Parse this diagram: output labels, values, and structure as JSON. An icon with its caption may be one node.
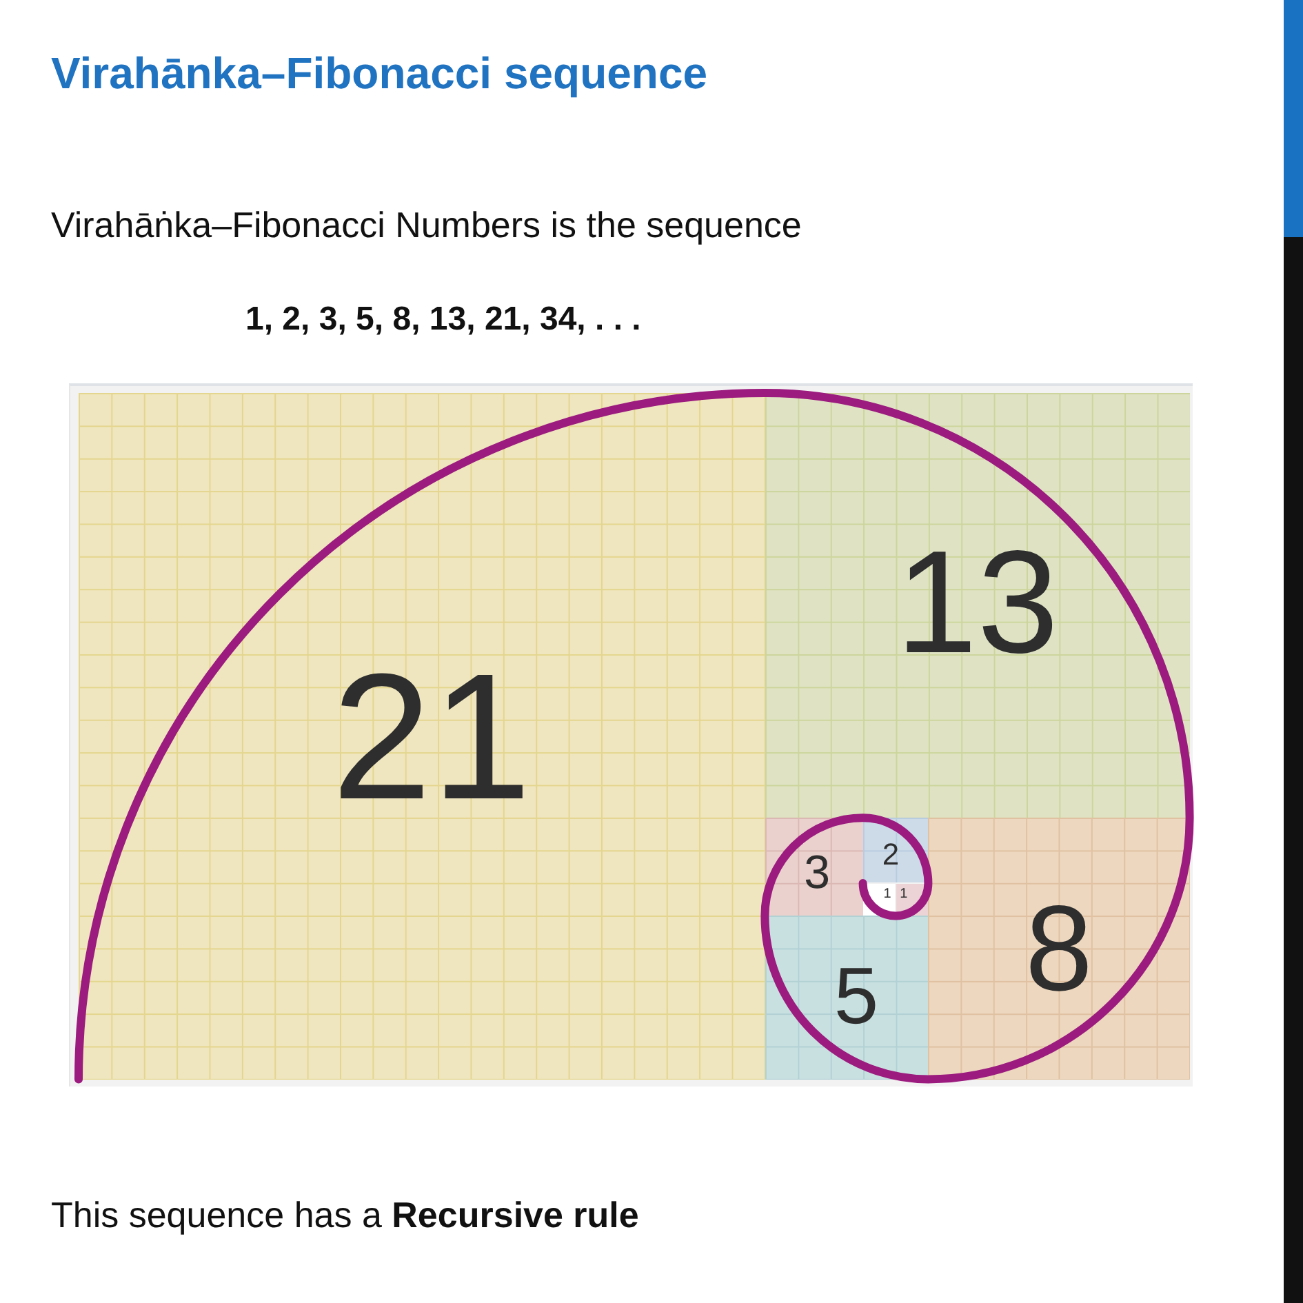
{
  "diagram": {
    "title": "Virahānka–Fibonacci sequence",
    "nodes": [
      {
        "text": [
          "21"
        ]
      },
      {
        "text": [
          "13"
        ]
      },
      {
        "text": [
          "3"
        ]
      },
      {
        "text": [
          "2"
        ]
      },
      {
        "text": [
          "8"
        ]
      },
      {
        "text": [
          "1"
        ]
      },
      {
        "text": [
          "1"
        ]
      },
      {
        "text": [
          "5"
        ]
      }
    ],
    "labels": [
      "Virahāṅka–Fibonacci Numbers is the sequence",
      "1, 2, 3, 5, 8, 13, 21, 34, . . .",
      "This sequence has a **Recursive rule**"
    ]
  }
}
